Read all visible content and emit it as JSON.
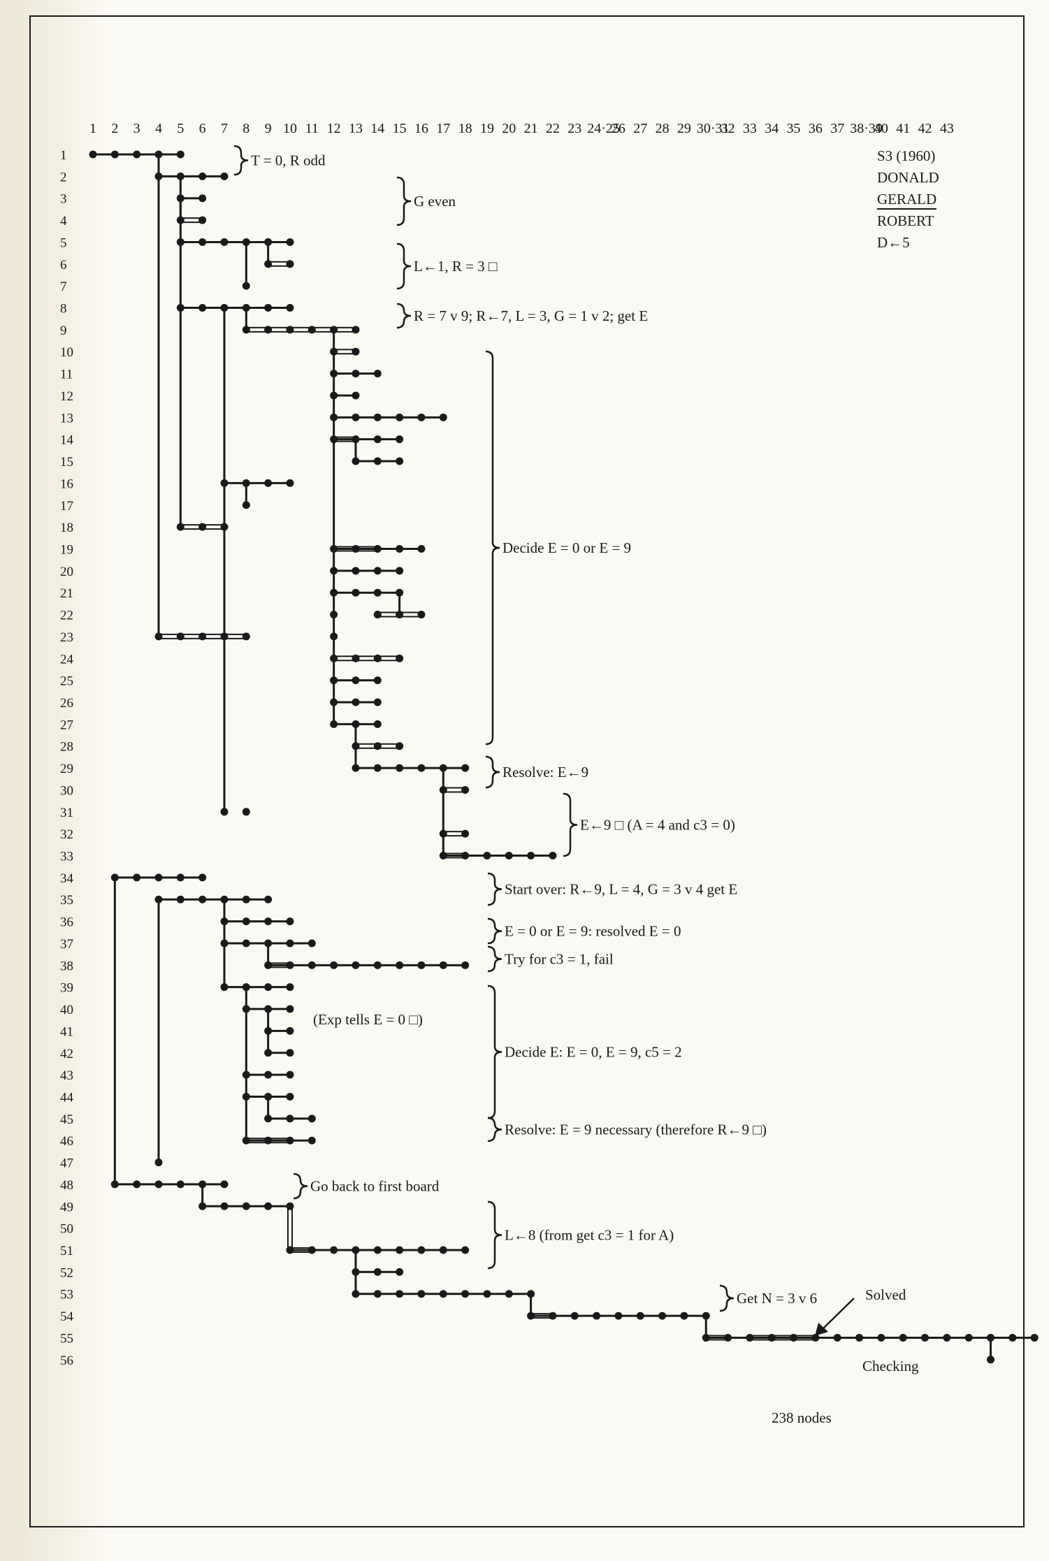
{
  "column_numbers": [
    "1",
    "2",
    "3",
    "4",
    "5",
    "6",
    "7",
    "8",
    "9",
    "10",
    "11",
    "12",
    "13",
    "14",
    "15",
    "16",
    "17",
    "18",
    "19",
    "20",
    "21",
    "22",
    "23",
    "24·25",
    "26",
    "27",
    "28",
    "29",
    "30·31",
    "32",
    "33",
    "34",
    "35",
    "36",
    "37",
    "38·39",
    "40",
    "41",
    "42",
    "43"
  ],
  "header": {
    "line1": "S3 (1960)",
    "line2": "DONALD",
    "line3": "GERALD",
    "line4": "ROBERT",
    "line5": "D←5"
  },
  "annotations": [
    {
      "row": 1,
      "text": "T = 0, R odd"
    },
    {
      "row": 3,
      "text": "G even"
    },
    {
      "row": 6,
      "text": "L←1, R = 3 □"
    },
    {
      "row": 8,
      "text": "R = 7 v 9; R←7, L = 3, G = 1 v 2; get E"
    },
    {
      "row": 20,
      "text": "Decide E = 0 or E = 9"
    },
    {
      "row": 29,
      "text": "Resolve: E←9"
    },
    {
      "row": 32,
      "text": "E←9 □ (A = 4 and c3 = 0)"
    },
    {
      "row": 35,
      "text": "Start over: R←9, L = 4, G = 3 v 4  get E"
    },
    {
      "row": 37,
      "text": "E = 0 or E = 9: resolved E = 0"
    },
    {
      "row": 38,
      "text": "Try for c3 = 1, fail"
    },
    {
      "row": 42,
      "text": "Decide E: E = 0, E = 9, c5 = 2"
    },
    {
      "row": 46,
      "text": "Resolve: E = 9 necessary (therefore R←9 □)"
    },
    {
      "row": 48,
      "text": "Go back to first board"
    },
    {
      "row": 51,
      "text": "L←8 (from get c3 = 1 for A)"
    },
    {
      "row": 54,
      "text": "Get N = 3 v 6"
    }
  ],
  "side_note": "(Exp tells E = 0 □)",
  "solved_label": "Solved",
  "checking_label": "Checking",
  "node_count": "238 nodes"
}
